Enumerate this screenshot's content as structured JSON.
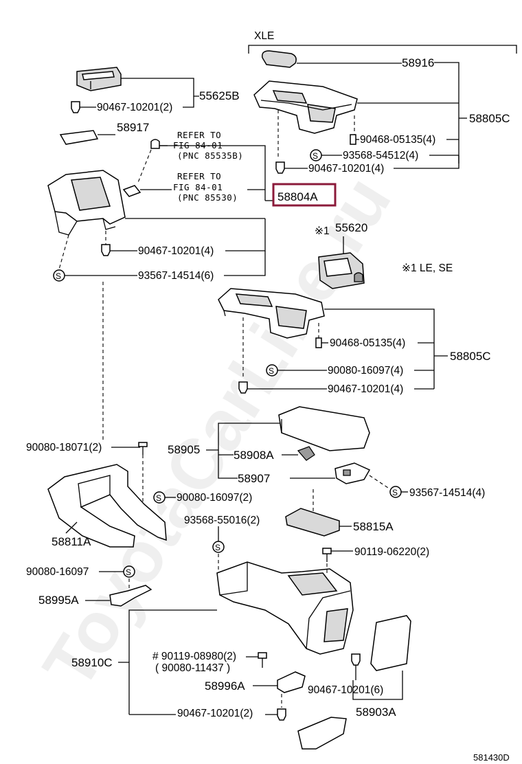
{
  "watermark": "ToyotaCarLine.ru",
  "variant_xle": "XLE",
  "variant_note": "※1  LE, SE",
  "variant_mark": "※1",
  "refer_1": {
    "line1": "REFER TO",
    "line2": "FIG 84-01",
    "line3": "(PNC 85535B)"
  },
  "refer_2": {
    "line1": "REFER TO",
    "line2": "FIG 84-01",
    "line3": "(PNC 85530)"
  },
  "labels": {
    "p58916": "58916",
    "p55625B": "55625B",
    "p90467_10201_2_top": "90467-10201(2)",
    "p58805C_top": "58805C",
    "p58917": "58917",
    "p90468_05135_4_top": "90468-05135(4)",
    "p93568_54512_4": "93568-54512(4)",
    "p90467_10201_4_top": "90467-10201(4)",
    "p58804A": "58804A",
    "p90467_10201_4_mid": "90467-10201(4)",
    "p93567_14514_6": "93567-14514(6)",
    "p55620": "55620",
    "p90468_05135_4_mid": "90468-05135(4)",
    "p58805C_mid": "58805C",
    "p90080_16097_4": "90080-16097(4)",
    "p90467_10201_4_low": "90467-10201(4)",
    "p90080_18071_2": "90080-18071(2)",
    "p58905": "58905",
    "p58908A": "58908A",
    "p58907": "58907",
    "p93567_14514_4": "93567-14514(4)",
    "p90080_16097_2": "90080-16097(2)",
    "p58811A": "58811A",
    "p93568_55016_2": "93568-55016(2)",
    "p58815A": "58815A",
    "p90119_06220_2": "90119-06220(2)",
    "p90080_16097": "90080-16097",
    "p58995A": "58995A",
    "p58910C": "58910C",
    "p90119_08980_2": "# 90119-08980(2)",
    "p90080_11437": "( 90080-11437  )",
    "p58996A": "58996A",
    "p90467_10201_6": "90467-10201(6)",
    "p90467_10201_2_bot": "90467-10201(2)",
    "p58903A": "58903A"
  },
  "diagram_code": "581430D",
  "highlight_color": "#8b1a3a",
  "icons": [
    "screw-s-symbol",
    "clip-icon",
    "bolt-icon"
  ]
}
